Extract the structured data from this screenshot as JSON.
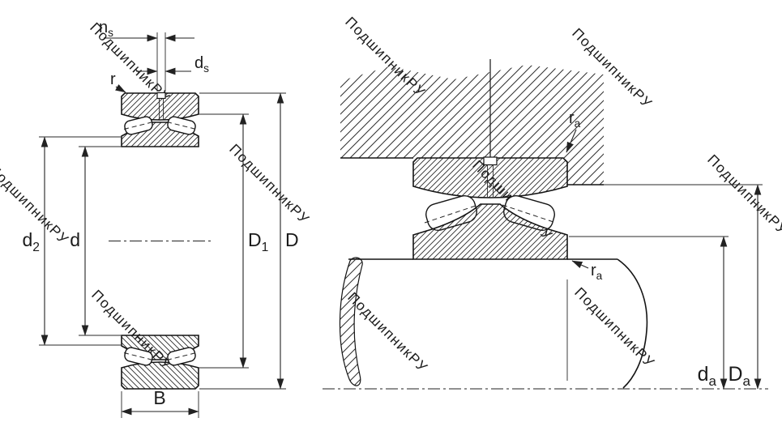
{
  "watermark": "ПодшипникРУ",
  "colors": {
    "line": "#141414",
    "dimension": "#222222",
    "watermark": "#c6c6c6",
    "background": "#ffffff"
  },
  "left_view": {
    "labels": {
      "ns": {
        "base": "n",
        "sub": "s"
      },
      "ds": {
        "base": "d",
        "sub": "s"
      },
      "r": {
        "base": "r"
      },
      "d2": {
        "base": "d",
        "sub": "2"
      },
      "d": {
        "base": "d"
      },
      "D1": {
        "base": "D",
        "sub": "1"
      },
      "D": {
        "base": "D"
      },
      "B": {
        "base": "B"
      }
    }
  },
  "right_view": {
    "labels": {
      "ra_housing": {
        "base": "r",
        "sub": "a"
      },
      "ra_shaft": {
        "base": "r",
        "sub": "a"
      },
      "da": {
        "base": "d",
        "sub": "a"
      },
      "Da": {
        "base": "D",
        "sub": "a"
      }
    }
  }
}
